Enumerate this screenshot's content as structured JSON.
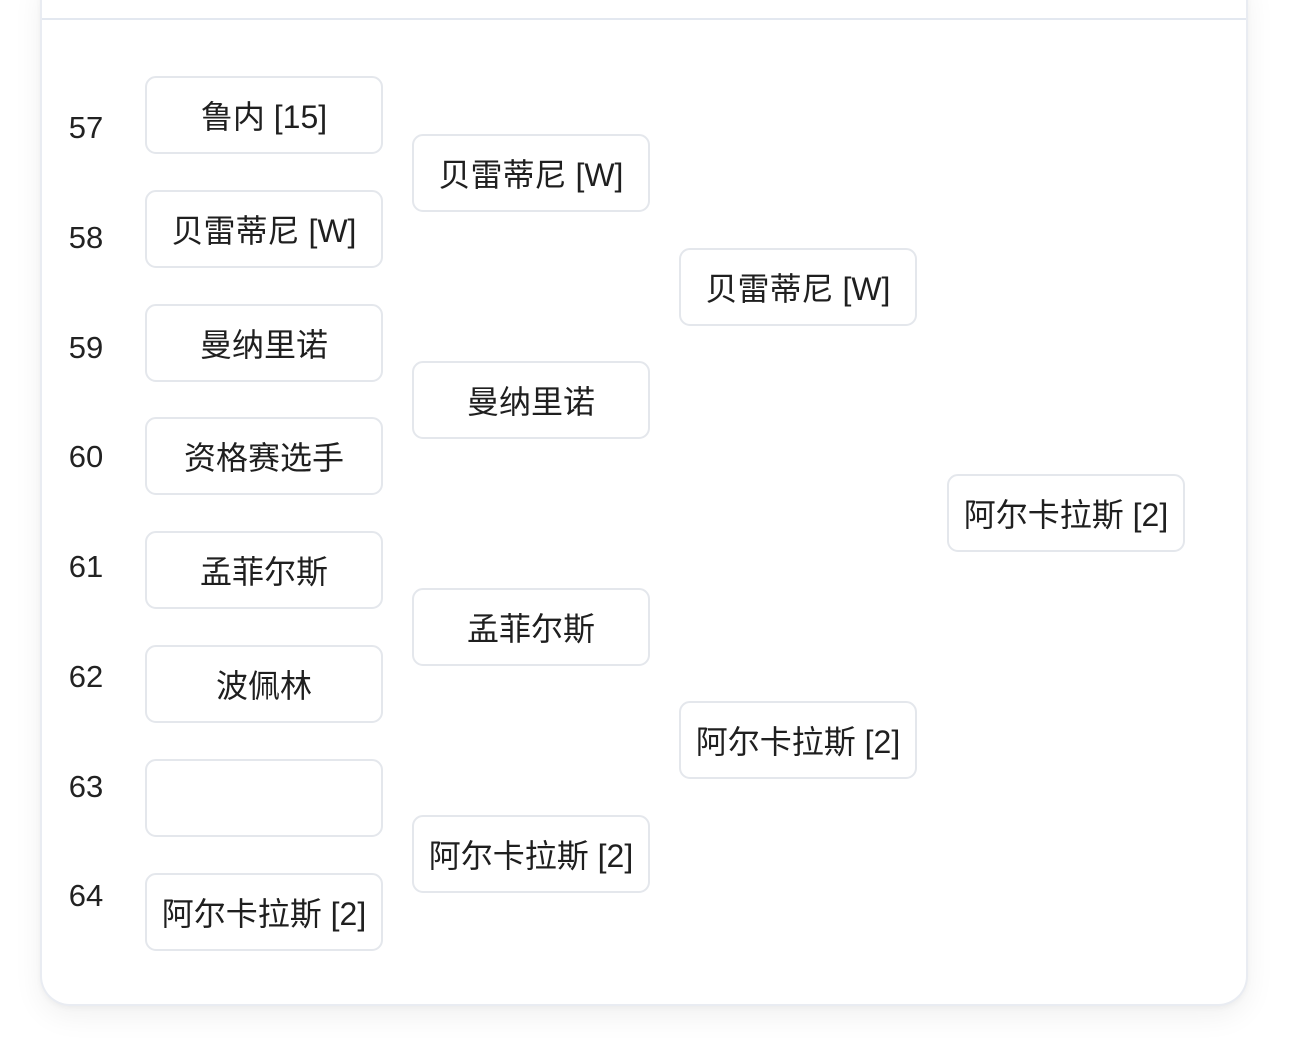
{
  "bracket": {
    "seeds": [
      "57",
      "58",
      "59",
      "60",
      "61",
      "62",
      "63",
      "64"
    ],
    "round1": [
      "鲁内 [15]",
      "贝雷蒂尼 [W]",
      "曼纳里诺",
      "资格赛选手",
      "孟菲尔斯",
      "波佩林",
      "",
      "阿尔卡拉斯 [2]"
    ],
    "round2": [
      "贝雷蒂尼 [W]",
      "曼纳里诺",
      "孟菲尔斯",
      "阿尔卡拉斯 [2]"
    ],
    "round3": [
      "贝雷蒂尼 [W]",
      "阿尔卡拉斯 [2]"
    ],
    "round4": [
      "阿尔卡拉斯 [2]"
    ]
  },
  "colors": {
    "slot_border": "#e4e7ec",
    "text": "#1f1f1f",
    "card_border": "#e9ecf2"
  }
}
